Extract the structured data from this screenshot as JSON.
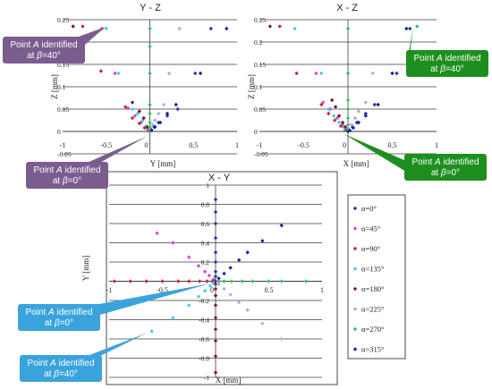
{
  "legend": {
    "items": [
      {
        "label": "α=0°",
        "color": "#1f3b9a"
      },
      {
        "label": "α=45°",
        "color": "#e23fd0"
      },
      {
        "label": "α=90°",
        "color": "#c0283a"
      },
      {
        "label": "α=135°",
        "color": "#34d4e8"
      },
      {
        "label": "α=180°",
        "color": "#7a1a2a"
      },
      {
        "label": "α=225°",
        "color": "#b7a6e8"
      },
      {
        "label": "α=270°",
        "color": "#2fc35a"
      },
      {
        "label": "α=315°",
        "color": "#16209a"
      }
    ]
  },
  "callouts": [
    {
      "prefix": "Point ",
      "italic": "A",
      "suffix": " identified",
      "line2_prefix": "at ",
      "line2_italic": "β",
      "line2_suffix": "=40°",
      "color": "#7a5d8e"
    },
    {
      "prefix": "Point ",
      "italic": "A",
      "suffix": " identified",
      "line2_prefix": "at ",
      "line2_italic": "β",
      "line2_suffix": "=0°",
      "color": "#7a5d8e"
    },
    {
      "prefix": "Point ",
      "italic": "A",
      "suffix": " identified",
      "line2_prefix": "at ",
      "line2_italic": "β",
      "line2_suffix": "=40°",
      "color": "#1e8f1e"
    },
    {
      "prefix": "Point ",
      "italic": "A",
      "suffix": " identified",
      "line2_prefix": "at ",
      "line2_italic": "β",
      "line2_suffix": "=0°",
      "color": "#1e8f1e"
    },
    {
      "prefix": "Point ",
      "italic": "A",
      "suffix": " identified",
      "line2_prefix": "at ",
      "line2_italic": "β",
      "line2_suffix": "=0°",
      "color": "#3aa3dc"
    },
    {
      "prefix": "Point ",
      "italic": "A",
      "suffix": " identified",
      "line2_prefix": "at ",
      "line2_italic": "β",
      "line2_suffix": "=40°",
      "color": "#3aa3dc"
    }
  ],
  "chart_data": [
    {
      "type": "scatter",
      "title": "Y - Z",
      "xlabel": "Y [mm]",
      "ylabel": "Z [mm]",
      "xlim": [
        -1,
        1
      ],
      "ylim": [
        -0.05,
        0.25
      ],
      "xticks": [
        "-1",
        "-0.5",
        "0",
        "0.5",
        "1"
      ],
      "yticks": [
        "-0.05",
        "0",
        "0.05",
        "0.1",
        "0.15",
        "0.2",
        "0.25"
      ],
      "grid": true,
      "series": [
        {
          "name": "α=0°",
          "color": "#1f3b9a",
          "points": [
            [
              0,
              0
            ],
            [
              0.01,
              0.005
            ],
            [
              0.05,
              0.01
            ],
            [
              0.1,
              0.02
            ],
            [
              0.2,
              0.035
            ],
            [
              0.32,
              0.05
            ],
            [
              0.52,
              0.13
            ],
            [
              0.7,
              0.23
            ]
          ]
        },
        {
          "name": "α=45°",
          "color": "#e23fd0",
          "points": [
            [
              -0.02,
              0.005
            ],
            [
              -0.05,
              0.01
            ],
            [
              -0.1,
              0.02
            ],
            [
              -0.17,
              0.035
            ],
            [
              -0.25,
              0.052
            ],
            [
              -0.4,
              0.13
            ],
            [
              -0.55,
              0.23
            ]
          ]
        },
        {
          "name": "α=90°",
          "color": "#c0283a",
          "points": [
            [
              -0.02,
              0.002
            ],
            [
              -0.06,
              0.008
            ],
            [
              -0.12,
              0.018
            ],
            [
              -0.2,
              0.03
            ],
            [
              -0.28,
              0.055
            ],
            [
              -0.56,
              0.135
            ],
            [
              -0.77,
              0.235
            ]
          ]
        },
        {
          "name": "α=135°",
          "color": "#34d4e8",
          "points": [
            [
              -0.01,
              0.003
            ],
            [
              -0.04,
              0.012
            ],
            [
              -0.08,
              0.025
            ],
            [
              -0.14,
              0.04
            ],
            [
              -0.2,
              0.05
            ],
            [
              -0.36,
              0.13
            ],
            [
              -0.5,
              0.23
            ]
          ]
        },
        {
          "name": "α=180°",
          "color": "#7a1a2a",
          "points": [
            [
              0,
              0.002
            ],
            [
              -0.03,
              0.01
            ],
            [
              -0.07,
              0.03
            ],
            [
              -0.12,
              0.045
            ],
            [
              -0.2,
              0.065
            ],
            [
              -0.88,
              0.235
            ]
          ]
        },
        {
          "name": "α=225°",
          "color": "#b7a6e8",
          "points": [
            [
              0.01,
              0.005
            ],
            [
              0.03,
              0.015
            ],
            [
              0.06,
              0.025
            ],
            [
              0.1,
              0.04
            ],
            [
              0.16,
              0.06
            ],
            [
              0.22,
              0.13
            ],
            [
              0.34,
              0.23
            ]
          ]
        },
        {
          "name": "α=270°",
          "color": "#2fc35a",
          "points": [
            [
              0,
              0
            ],
            [
              0,
              0.01
            ],
            [
              0,
              0.02
            ],
            [
              0,
              0.04
            ],
            [
              0,
              0.06
            ],
            [
              0,
              0.13
            ],
            [
              0,
              0.19
            ],
            [
              0,
              0.23
            ]
          ]
        },
        {
          "name": "α=315°",
          "color": "#16209a",
          "points": [
            [
              0.02,
              0.003
            ],
            [
              0.06,
              0.01
            ],
            [
              0.12,
              0.02
            ],
            [
              0.2,
              0.04
            ],
            [
              0.3,
              0.06
            ],
            [
              0.58,
              0.13
            ],
            [
              0.88,
              0.23
            ]
          ]
        }
      ]
    },
    {
      "type": "scatter",
      "title": "X - Z",
      "xlabel": "X [mm]",
      "ylabel": "Z [mm]",
      "xlim": [
        -1,
        1
      ],
      "ylim": [
        -0.05,
        0.25
      ],
      "xticks": [
        "-1",
        "-0.5",
        "0",
        "0.5",
        "1"
      ],
      "yticks": [
        "-0.05",
        "0",
        "0.05",
        "0.1",
        "0.15",
        "0.2",
        "0.25"
      ],
      "grid": true,
      "series": [
        {
          "name": "α=0°",
          "color": "#1f3b9a",
          "points": [
            [
              0,
              0
            ],
            [
              0.05,
              0.01
            ],
            [
              0.1,
              0.02
            ],
            [
              0.2,
              0.04
            ],
            [
              0.3,
              0.06
            ],
            [
              0.55,
              0.13
            ],
            [
              0.7,
              0.23
            ]
          ]
        },
        {
          "name": "α=45°",
          "color": "#e23fd0",
          "points": [
            [
              -0.02,
              0.005
            ],
            [
              -0.06,
              0.015
            ],
            [
              -0.12,
              0.03
            ],
            [
              -0.2,
              0.05
            ],
            [
              -0.28,
              0.065
            ],
            [
              -0.36,
              0.13
            ]
          ]
        },
        {
          "name": "α=90°",
          "color": "#c0283a",
          "points": [
            [
              -0.03,
              0.003
            ],
            [
              -0.08,
              0.012
            ],
            [
              -0.15,
              0.025
            ],
            [
              -0.22,
              0.04
            ],
            [
              -0.3,
              0.06
            ],
            [
              -0.58,
              0.13
            ],
            [
              -0.77,
              0.235
            ]
          ]
        },
        {
          "name": "α=135°",
          "color": "#34d4e8",
          "points": [
            [
              -0.02,
              0.003
            ],
            [
              -0.05,
              0.01
            ],
            [
              -0.1,
              0.02
            ],
            [
              -0.16,
              0.035
            ],
            [
              -0.22,
              0.05
            ],
            [
              -0.3,
              0.13
            ],
            [
              -0.6,
              0.23
            ]
          ]
        },
        {
          "name": "α=180°",
          "color": "#7a1a2a",
          "points": [
            [
              -0.01,
              0.002
            ],
            [
              -0.03,
              0.01
            ],
            [
              -0.06,
              0.02
            ],
            [
              -0.1,
              0.035
            ],
            [
              -0.14,
              0.055
            ],
            [
              -0.18,
              0.07
            ],
            [
              -0.88,
              0.235
            ]
          ]
        },
        {
          "name": "α=225°",
          "color": "#b7a6e8",
          "points": [
            [
              0.01,
              0.005
            ],
            [
              0.04,
              0.015
            ],
            [
              0.08,
              0.03
            ],
            [
              0.12,
              0.045
            ],
            [
              0.2,
              0.065
            ],
            [
              0.28,
              0.13
            ]
          ]
        },
        {
          "name": "α=270°",
          "color": "#2fc35a",
          "points": [
            [
              0,
              0.005
            ],
            [
              0,
              0.015
            ],
            [
              0,
              0.03
            ],
            [
              0,
              0.05
            ],
            [
              0,
              0.07
            ],
            [
              0,
              0.13
            ],
            [
              0,
              0.23
            ],
            [
              0.78,
              0.235
            ]
          ]
        },
        {
          "name": "α=315°",
          "color": "#16209a",
          "points": [
            [
              0.02,
              0.002
            ],
            [
              0.06,
              0.008
            ],
            [
              0.12,
              0.02
            ],
            [
              0.2,
              0.035
            ],
            [
              0.34,
              0.06
            ],
            [
              0.5,
              0.13
            ],
            [
              0.66,
              0.23
            ]
          ]
        }
      ]
    },
    {
      "type": "scatter",
      "title": "X - Y",
      "xlabel": "X [mm]",
      "ylabel": "Y [mm]",
      "xlim": [
        -1,
        1
      ],
      "ylim": [
        -1,
        1
      ],
      "xticks": [
        "-1",
        "-0.5",
        "0",
        "0.5",
        "1"
      ],
      "yticks": [
        "-1",
        "-0.8",
        "-0.6",
        "-0.4",
        "-0.2",
        "0",
        "0.2",
        "0.4",
        "0.6",
        "0.8",
        "1"
      ],
      "grid": true,
      "series": [
        {
          "name": "α=0°",
          "color": "#1f3b9a",
          "points": [
            [
              0,
              0
            ],
            [
              0,
              0.05
            ],
            [
              0,
              0.1
            ],
            [
              0,
              0.2
            ],
            [
              0,
              0.3
            ],
            [
              0,
              0.45
            ],
            [
              0,
              0.6
            ],
            [
              0,
              0.72
            ],
            [
              0,
              0.85
            ]
          ]
        },
        {
          "name": "α=45°",
          "color": "#e23fd0",
          "points": [
            [
              -0.02,
              0.02
            ],
            [
              -0.06,
              0.06
            ],
            [
              -0.1,
              0.1
            ],
            [
              -0.16,
              0.16
            ],
            [
              -0.25,
              0.25
            ],
            [
              -0.4,
              0.4
            ],
            [
              -0.55,
              0.5
            ]
          ]
        },
        {
          "name": "α=90°",
          "color": "#c0283a",
          "points": [
            [
              -0.03,
              0
            ],
            [
              -0.08,
              0
            ],
            [
              -0.15,
              0
            ],
            [
              -0.25,
              0
            ],
            [
              -0.35,
              0
            ],
            [
              -0.5,
              0
            ],
            [
              -0.65,
              0
            ],
            [
              -0.8,
              0
            ],
            [
              -0.95,
              0
            ]
          ]
        },
        {
          "name": "α=135°",
          "color": "#34d4e8",
          "points": [
            [
              -0.02,
              -0.02
            ],
            [
              -0.05,
              -0.05
            ],
            [
              -0.1,
              -0.1
            ],
            [
              -0.16,
              -0.16
            ],
            [
              -0.25,
              -0.25
            ],
            [
              -0.4,
              -0.38
            ],
            [
              -0.6,
              -0.52
            ]
          ]
        },
        {
          "name": "α=180°",
          "color": "#7a1a2a",
          "points": [
            [
              0,
              -0.03
            ],
            [
              0,
              -0.08
            ],
            [
              0,
              -0.15
            ],
            [
              0,
              -0.25
            ],
            [
              0,
              -0.38
            ],
            [
              0,
              -0.5
            ],
            [
              0,
              -0.62
            ],
            [
              0,
              -0.78
            ],
            [
              0,
              -0.95
            ]
          ]
        },
        {
          "name": "α=225°",
          "color": "#b7a6e8",
          "points": [
            [
              0.03,
              -0.03
            ],
            [
              0.08,
              -0.08
            ],
            [
              0.14,
              -0.14
            ],
            [
              0.22,
              -0.22
            ],
            [
              0.3,
              -0.3
            ],
            [
              0.44,
              -0.44
            ],
            [
              0.62,
              -0.6
            ]
          ]
        },
        {
          "name": "α=270°",
          "color": "#2fc35a",
          "points": [
            [
              0.03,
              0
            ],
            [
              0.08,
              0
            ],
            [
              0.15,
              0
            ],
            [
              0.25,
              0
            ],
            [
              0.35,
              0
            ],
            [
              0.5,
              0
            ],
            [
              0.62,
              0
            ],
            [
              0.85,
              0
            ]
          ]
        },
        {
          "name": "α=315°",
          "color": "#16209a",
          "points": [
            [
              0.03,
              0.03
            ],
            [
              0.08,
              0.08
            ],
            [
              0.14,
              0.14
            ],
            [
              0.22,
              0.22
            ],
            [
              0.3,
              0.3
            ],
            [
              0.44,
              0.42
            ],
            [
              0.62,
              0.58
            ]
          ]
        }
      ]
    }
  ]
}
